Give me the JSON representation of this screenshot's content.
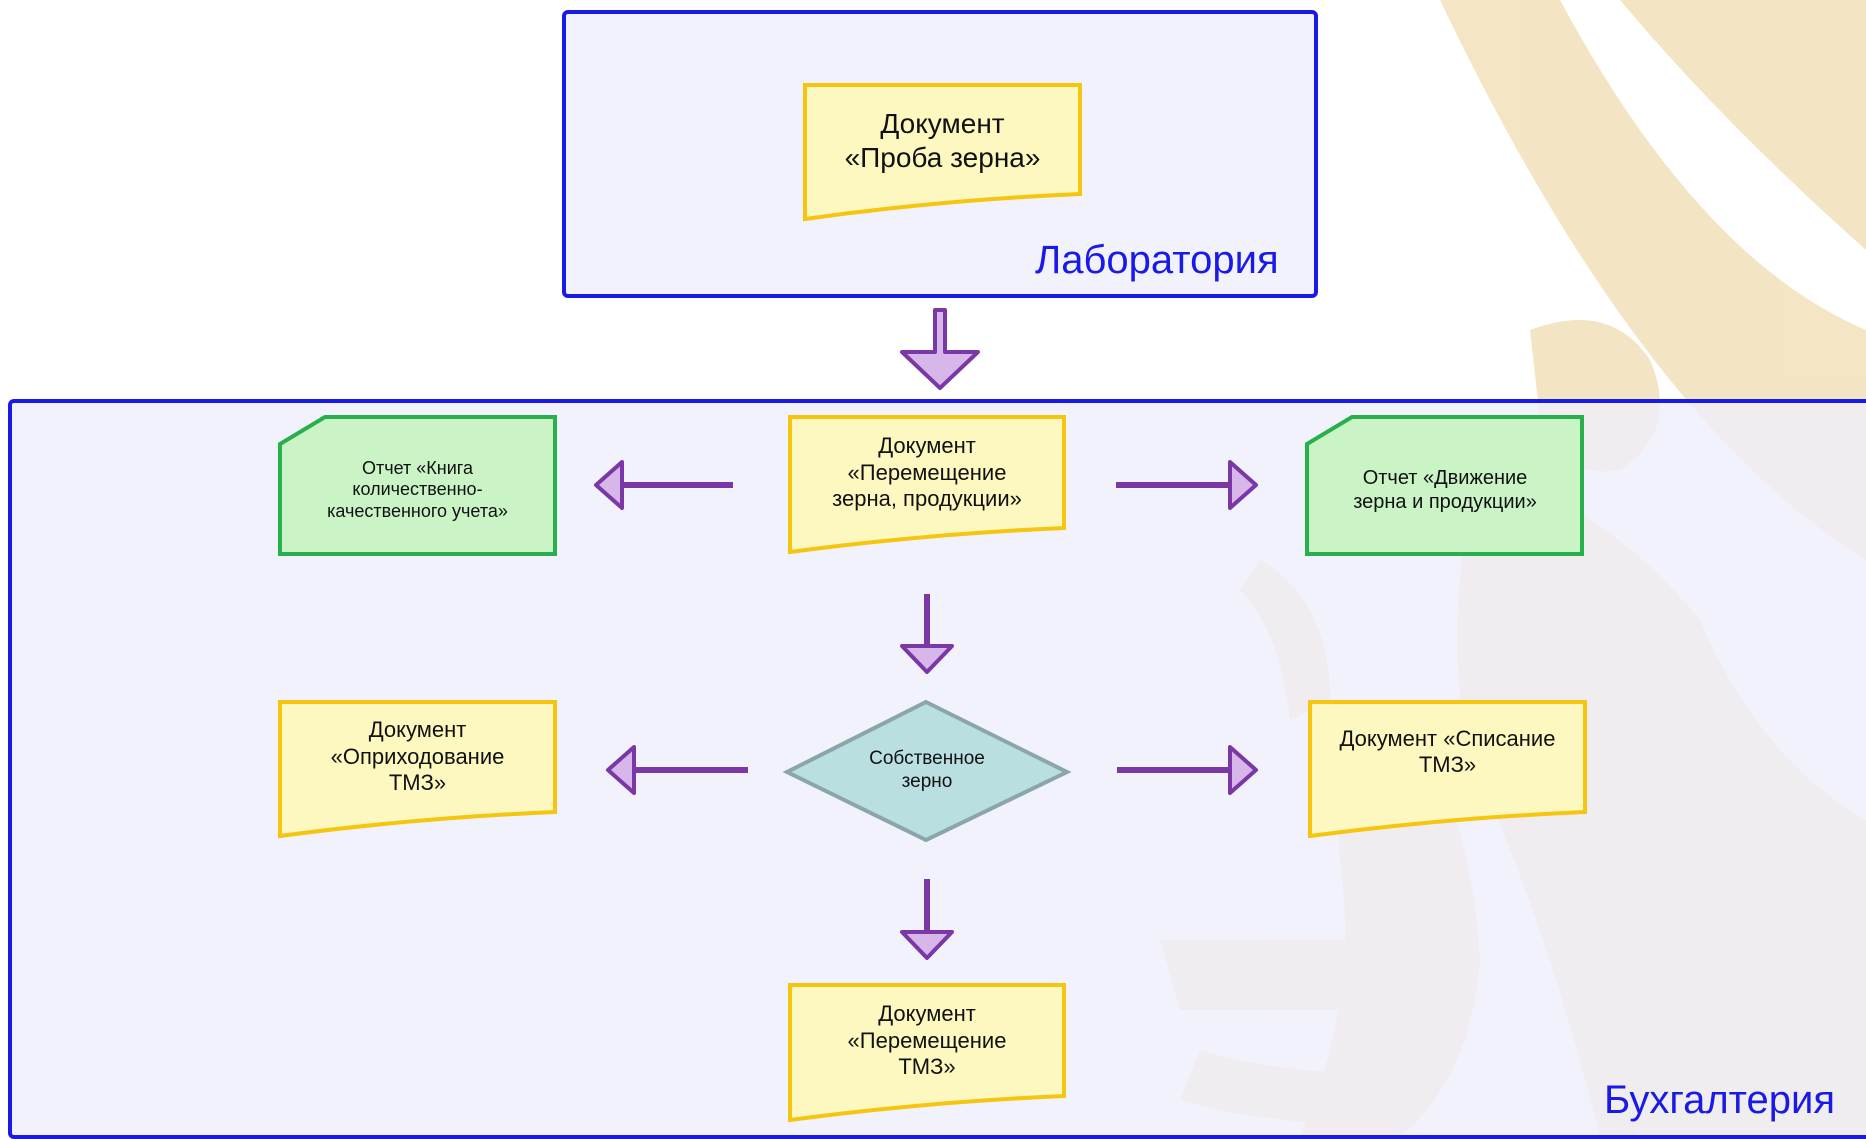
{
  "diagram": {
    "laboratory": {
      "label": "Лаборатория",
      "doc_sample": [
        "Документ",
        "«Проба зерна»"
      ]
    },
    "accounting": {
      "label": "Бухгалтерия",
      "doc_grain_transfer": [
        "Документ",
        "«Перемещение",
        "зерна, продукции»"
      ],
      "report_book": [
        "Отчет «Книга",
        "количественно-",
        "качественного учета»"
      ],
      "report_movement": [
        "Отчет «Движение",
        "зерна и продукции»"
      ],
      "decision_own_grain": [
        "Собственное",
        "зерно"
      ],
      "doc_receipt": [
        "Документ",
        "«Оприходование",
        "ТМЗ»"
      ],
      "doc_writeoff": [
        "Документ «Списание",
        "ТМЗ»"
      ],
      "doc_tmz_transfer": [
        "Документ",
        "«Перемещение",
        "ТМЗ»"
      ]
    },
    "colors": {
      "frame_border": "#1a1ae6",
      "document_fill": "#fdf8bf",
      "document_border": "#f5c50f",
      "report_fill": "#caf4c6",
      "report_border": "#27b04b",
      "decision_fill": "#b9dfe1",
      "decision_border": "#8aa6aa",
      "arrow_fill": "#d7b6ea",
      "arrow_stroke": "#7a38a6"
    }
  }
}
